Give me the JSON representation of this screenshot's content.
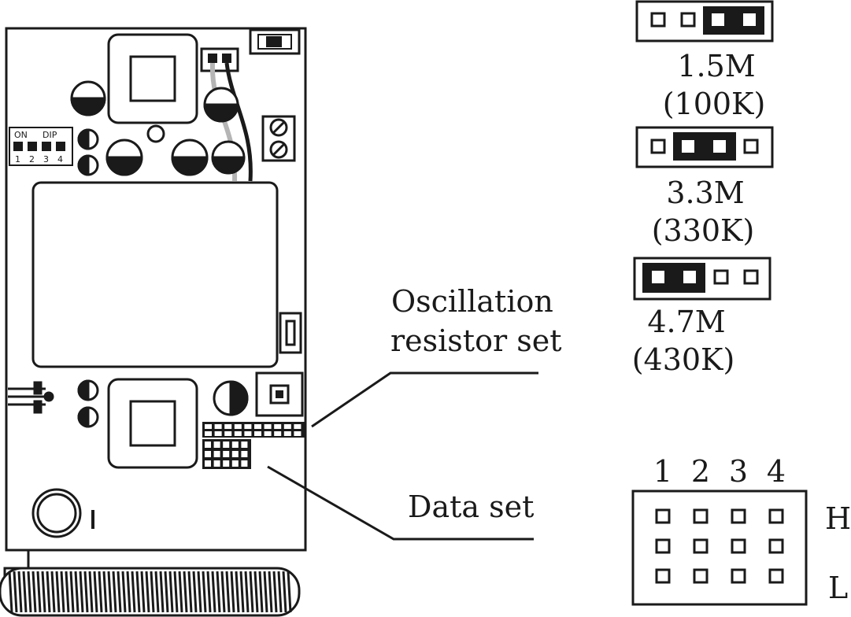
{
  "dip": {
    "on_label": "ON",
    "dip_label": "DIP",
    "numbers": [
      "1",
      "2",
      "3",
      "4"
    ]
  },
  "labels": {
    "oscillation_line1": "Oscillation",
    "oscillation_line2": "resistor set",
    "data_set": "Data set"
  },
  "jumpers": [
    {
      "value": "1.5M",
      "sub": "(100K)"
    },
    {
      "value": "3.3M",
      "sub": "(330K)"
    },
    {
      "value": "4.7M",
      "sub": "(430K)"
    }
  ],
  "data_grid": {
    "columns": [
      "1",
      "2",
      "3",
      "4"
    ],
    "rows": [
      "H",
      "L"
    ]
  }
}
